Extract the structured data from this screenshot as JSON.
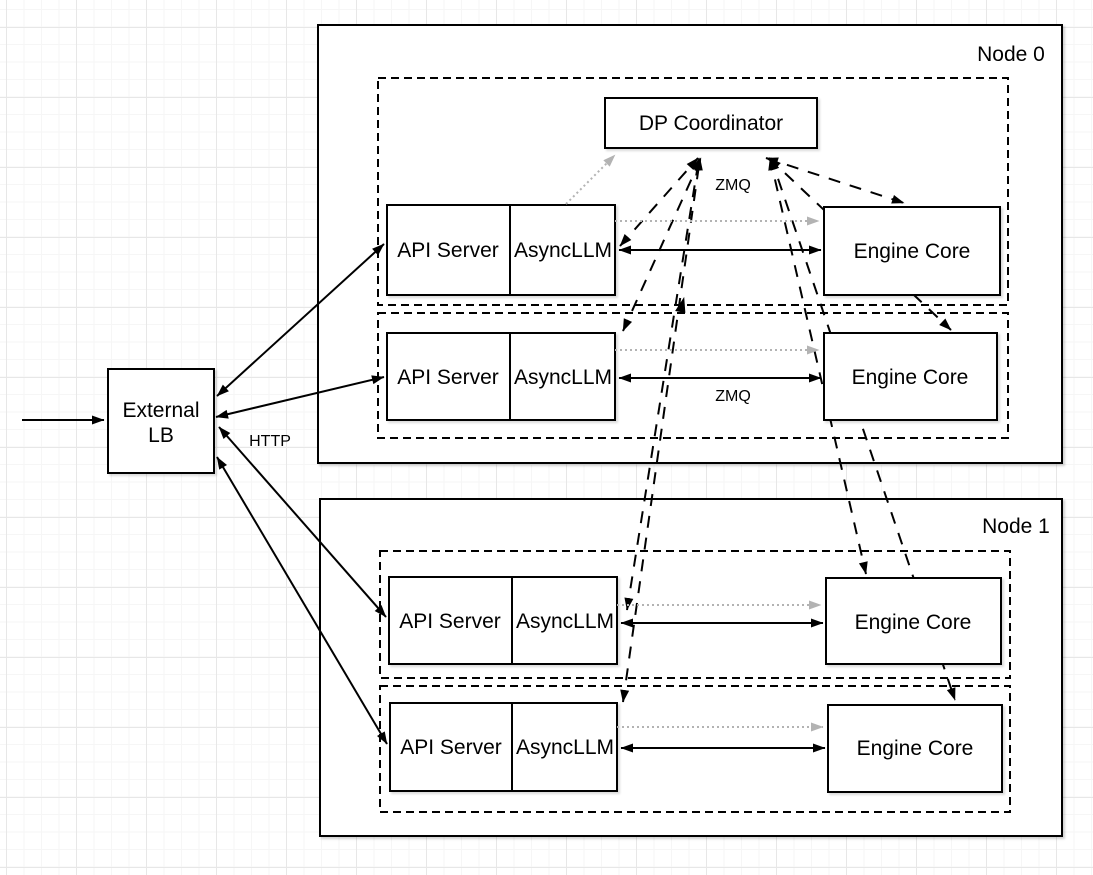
{
  "labels": {
    "node0": "Node 0",
    "node1": "Node 1",
    "coordinator": "DP Coordinator",
    "external_lb_line1": "External",
    "external_lb_line2": "LB",
    "http": "HTTP",
    "zmq_row1": "ZMQ",
    "zmq_row2": "ZMQ"
  },
  "rows": [
    {
      "api_server": "API Server",
      "async_llm": "AsyncLLM",
      "engine_core": "Engine Core"
    },
    {
      "api_server": "API Server",
      "async_llm": "AsyncLLM",
      "engine_core": "Engine Core"
    },
    {
      "api_server": "API Server",
      "async_llm": "AsyncLLM",
      "engine_core": "Engine Core"
    },
    {
      "api_server": "API Server",
      "async_llm": "AsyncLLM",
      "engine_core": "Engine Core"
    }
  ],
  "links": {
    "http_protocol": "HTTP",
    "coordinator_protocol": "ZMQ",
    "engine_protocol": "ZMQ"
  },
  "colors": {
    "stroke": "#000000",
    "muted_arrow": "#b3b3b3",
    "background": "#ffffff",
    "grid_minor": "#f6f6f6",
    "grid_major": "#e7e7e7"
  }
}
